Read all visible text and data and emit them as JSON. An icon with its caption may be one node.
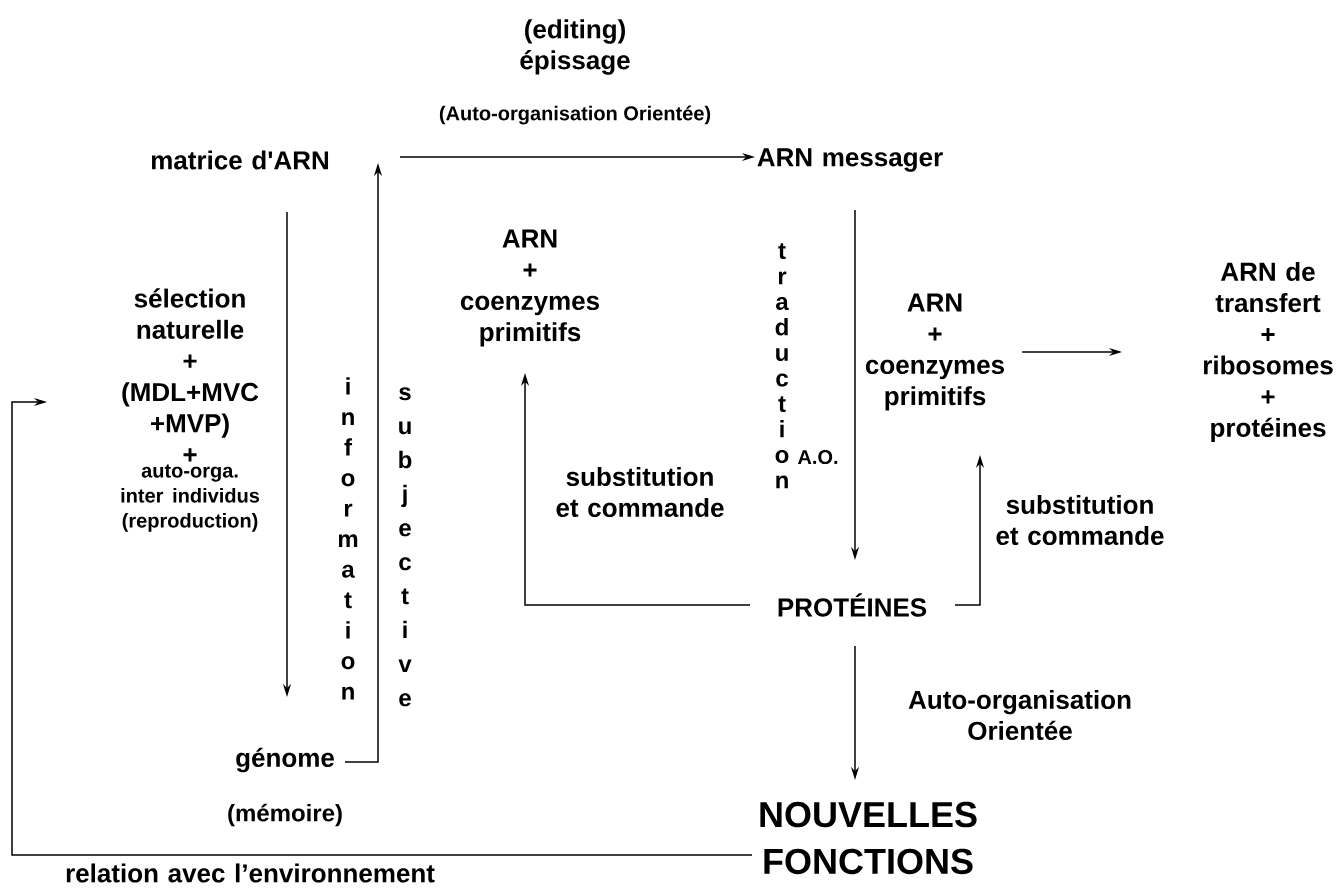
{
  "diagram": {
    "nodes": [
      {
        "text": [
          "matrice d'ARN"
        ]
      },
      {
        "text": [
          "ARN messager"
        ]
      },
      {
        "text": [
          "ARN",
          "+",
          "coenzymes primitifs"
        ]
      },
      {
        "text": [
          "sélection naturelle",
          "+",
          "(MDL+MVC +MVP)",
          "+",
          "auto-orga. inter individus (reproduction)"
        ]
      },
      {
        "text": [
          "génome"
        ],
        "beside": [
          "(mémoire)"
        ]
      },
      {
        "text": [
          "ARN",
          "+",
          "coenzymes primitifs"
        ]
      },
      {
        "text": [
          "ARN de transfert",
          "+",
          "ribosomes",
          "+",
          "protéines"
        ]
      },
      {
        "text": [
          "PROTÉINES"
        ]
      },
      {
        "text": [
          "NOUVELLES FONCTIONS"
        ]
      }
    ],
    "edges": [
      {
        "from": 0,
        "to": 1,
        "arrow": "to",
        "label": "(editing) épissage"
      },
      {
        "from": 0,
        "to": 4,
        "arrow": "to"
      },
      {
        "from": 4,
        "to": 0,
        "arrow": "to"
      },
      {
        "from": 1,
        "to": 7,
        "arrow": "to"
      },
      {
        "from": 7,
        "to": 2,
        "arrow": "to",
        "label": "substitution et commande"
      },
      {
        "from": 7,
        "to": 5,
        "arrow": "to",
        "label": "substitution et commande"
      },
      {
        "from": 5,
        "to": 6,
        "arrow": "to"
      },
      {
        "from": 7,
        "to": 8,
        "arrow": "to",
        "label": "Auto-organisation Orientée"
      },
      {
        "from": 8,
        "to": 3,
        "arrow": "to",
        "label": "relation avec l’environnement"
      }
    ],
    "labels": [
      "(Auto-organisation Orientée)",
      "information",
      "subjective",
      "traduction",
      "A.O."
    ]
  }
}
